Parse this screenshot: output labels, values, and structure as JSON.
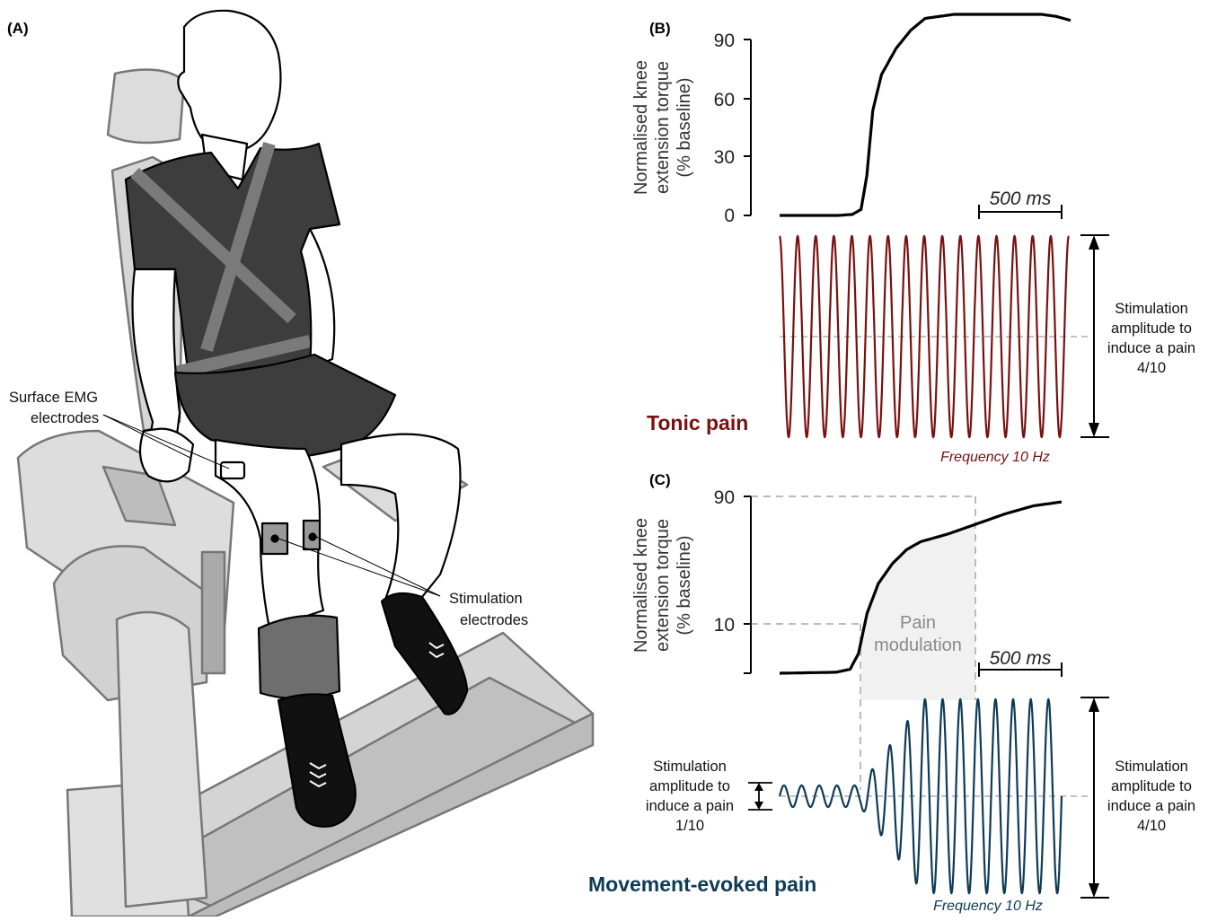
{
  "panel_a": {
    "label": "(A)",
    "annotations": {
      "emg_line1": "Surface EMG",
      "emg_line2": "electrodes",
      "stim_line1": "Stimulation",
      "stim_line2": "electrodes"
    }
  },
  "panel_b": {
    "label": "(B)",
    "ylabel_lines": [
      "Normalised knee",
      "extension torque",
      "(% baseline)"
    ],
    "yticks": [
      "90",
      "60",
      "30",
      "0"
    ],
    "scalebar": "500 ms",
    "condition": "Tonic pain",
    "frequency": "Frequency 10 Hz",
    "amplitude_lines": [
      "Stimulation",
      "amplitude to",
      "induce a pain",
      "4/10"
    ],
    "torque_trace": [
      [
        0,
        0
      ],
      [
        0.1,
        0
      ],
      [
        0.2,
        0
      ],
      [
        0.25,
        0.5
      ],
      [
        0.28,
        3
      ],
      [
        0.3,
        20
      ],
      [
        0.32,
        52
      ],
      [
        0.35,
        70
      ],
      [
        0.4,
        83
      ],
      [
        0.45,
        92
      ],
      [
        0.5,
        98
      ],
      [
        0.6,
        100
      ],
      [
        0.7,
        100
      ],
      [
        0.8,
        100
      ],
      [
        0.9,
        100
      ],
      [
        0.95,
        99
      ],
      [
        1,
        97
      ]
    ],
    "stim_color": "#7a1010"
  },
  "panel_c": {
    "label": "(C)",
    "ylabel_lines": [
      "Normalised knee",
      "extension torque",
      "(% baseline)"
    ],
    "yticks": [
      "90",
      "10"
    ],
    "scalebar": "500 ms",
    "modulation_lines": [
      "Pain",
      "modulation"
    ],
    "condition": "Movement-evoked pain",
    "frequency": "Frequency 10 Hz",
    "left_amplitude_lines": [
      "Stimulation",
      "amplitude to",
      "induce a pain",
      "1/10"
    ],
    "right_amplitude_lines": [
      "Stimulation",
      "amplitude to",
      "induce a pain",
      "4/10"
    ],
    "stim_color": "#0e3b56"
  }
}
